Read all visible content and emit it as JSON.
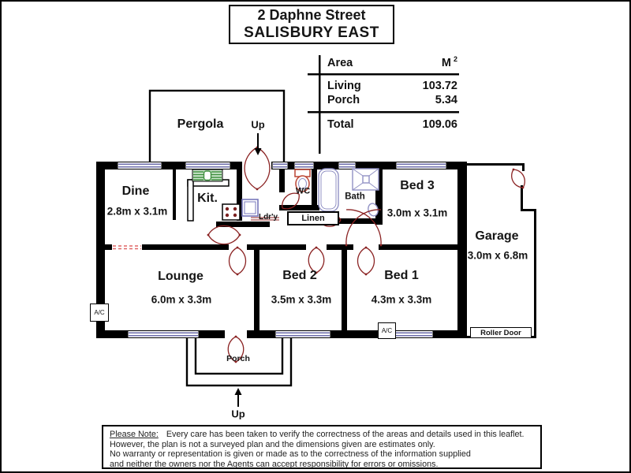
{
  "title": {
    "line1": "2 Daphne Street",
    "line2": "SALISBURY EAST"
  },
  "area_table": {
    "header": {
      "area": "Area",
      "unit": "M",
      "unit_sup": "2"
    },
    "rows": [
      {
        "label": "Living",
        "value": "103.72"
      },
      {
        "label": "Porch",
        "value": "5.34"
      }
    ],
    "total": {
      "label": "Total",
      "value": "109.06"
    }
  },
  "rooms": {
    "pergola": {
      "name": "Pergola"
    },
    "dine": {
      "name": "Dine",
      "dims": "2.8m x 3.1m"
    },
    "kit": {
      "name": "Kit."
    },
    "ldry": {
      "name": "Ldr'y"
    },
    "wc": {
      "name": "WC"
    },
    "bath": {
      "name": "Bath"
    },
    "bed3": {
      "name": "Bed 3",
      "dims": "3.0m x 3.1m"
    },
    "garage": {
      "name": "Garage",
      "dims": "3.0m x 6.8m"
    },
    "lounge": {
      "name": "Lounge",
      "dims": "6.0m x 3.3m"
    },
    "bed2": {
      "name": "Bed 2",
      "dims": "3.5m x 3.3m"
    },
    "bed1": {
      "name": "Bed 1",
      "dims": "4.3m x 3.3m"
    },
    "porch": {
      "name": "Porch"
    },
    "linen": {
      "name": "Linen"
    }
  },
  "labels": {
    "up_top": "Up",
    "up_bottom": "Up",
    "roller_door": "Roller Door",
    "ac_left": "A/C",
    "ac_bottom": "A/C"
  },
  "disclaimer": {
    "heading": "Please Note:",
    "line1": "Every care has been taken to verify the correctness of the areas and details used in this leaflet.",
    "line2": "However, the plan is not a surveyed plan and the dimensions given are estimates only.",
    "line3": "No warranty or representation is given or made as to the correctness of the information supplied",
    "line4": "and neither the owners nor the Agents can accept responsibility for errors or omissions."
  },
  "colors": {
    "wall": "#000000",
    "door_arc": "#8b2323",
    "window_line": "#3a3a8c",
    "fixture_blue": "#9191c4",
    "fixture_green": "#3f8f3f",
    "toilet_red": "#bb4433",
    "dash_red": "#e06666"
  }
}
